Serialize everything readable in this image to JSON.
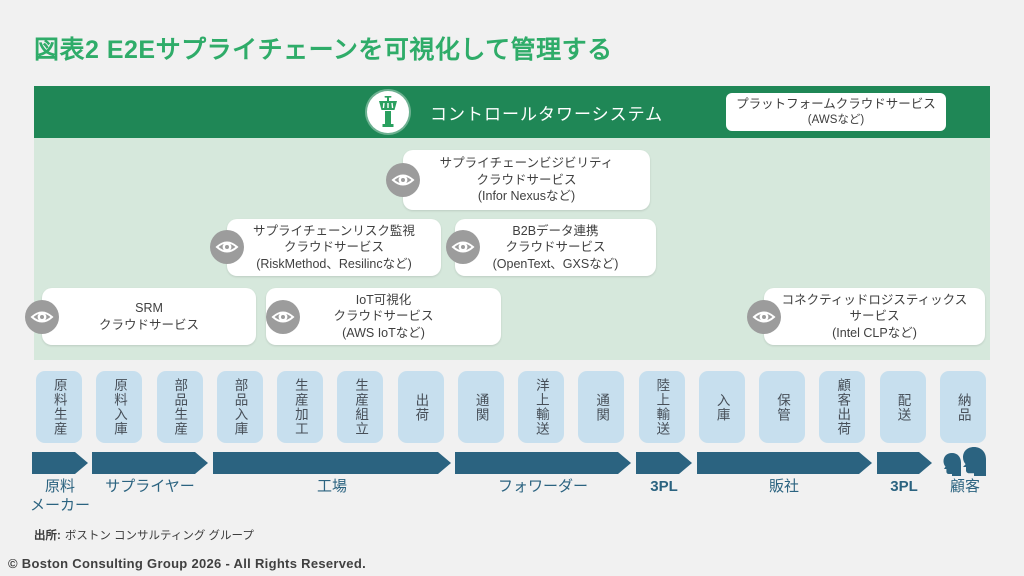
{
  "title": "図表2  E2Eサプライチェーンを可視化して管理する",
  "control_tower": {
    "label": "コントロールタワーシステム",
    "platform_box": {
      "line1": "プラットフォームクラウドサービス",
      "line2": "(AWSなど)"
    }
  },
  "services": [
    {
      "id": "visibility",
      "lines": [
        "サプライチェーンビジビリティ",
        "クラウドサービス",
        "(Infor Nexusなど)"
      ]
    },
    {
      "id": "risk",
      "lines": [
        "サプライチェーンリスク監視",
        "クラウドサービス",
        "(RiskMethod、Resilincなど)"
      ]
    },
    {
      "id": "b2b",
      "lines": [
        "B2Bデータ連携",
        "クラウドサービス",
        "(OpenText、GXSなど)"
      ]
    },
    {
      "id": "srm",
      "lines": [
        "SRM",
        "クラウドサービス",
        ""
      ]
    },
    {
      "id": "iot",
      "lines": [
        "IoT可視化",
        "クラウドサービス",
        "(AWS IoTなど)"
      ]
    },
    {
      "id": "logistics",
      "lines": [
        "コネクティッドロジスティックス",
        "サービス",
        "(Intel CLPなど)"
      ]
    }
  ],
  "process_steps": [
    "原料生産",
    "原料入庫",
    "部品生産",
    "部品入庫",
    "生産加工",
    "生産組立",
    "出荷",
    "通関",
    "洋上輸送",
    "通関",
    "陸上輸送",
    "入庫",
    "保管",
    "顧客出荷",
    "配送",
    "納品"
  ],
  "actors": [
    {
      "label": "原料\nメーカー"
    },
    {
      "label": "サプライヤー"
    },
    {
      "label": "工場"
    },
    {
      "label": "フォワーダー"
    },
    {
      "label": "3PL"
    },
    {
      "label": "販社"
    },
    {
      "label": "3PL"
    },
    {
      "label": "顧客"
    }
  ],
  "icons": {
    "control_tower": "control-tower-icon",
    "service_marker": "eye-icon",
    "customer": "people-icon"
  },
  "source": {
    "label": "出所:",
    "text": "ボストン コンサルティング グループ"
  },
  "copyright": "© Boston Consulting Group 2026 - All Rights Reserved.",
  "colors": {
    "title_green": "#2fac69",
    "header_green": "#1f8756",
    "tower_green": "#2aa05f",
    "body_light_green": "#d6e8dc",
    "step_box_blue": "#c7dfee",
    "arrow_blue": "#2b6380",
    "eye_gray": "#9c9c9c"
  }
}
